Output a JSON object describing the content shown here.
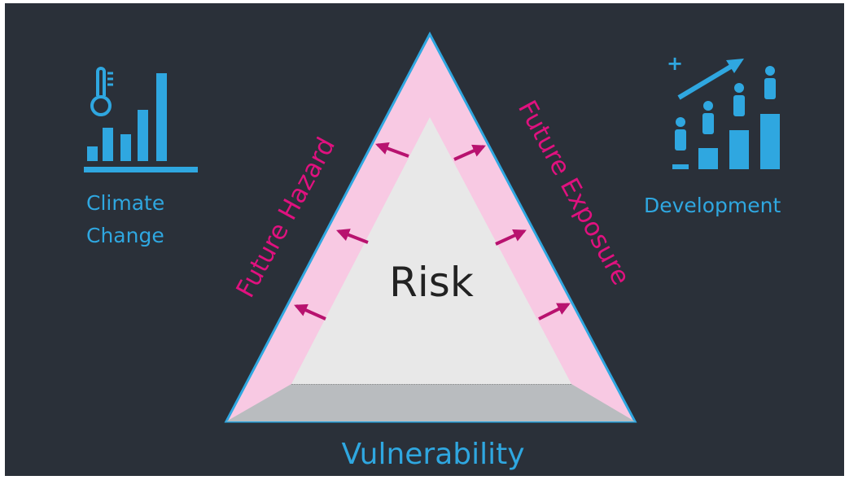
{
  "diagram": {
    "center_label": "Risk",
    "left_side_label": "Future Hazard",
    "right_side_label": "Future Exposure",
    "bottom_label": "Vulnerability",
    "left_icon_label_line1": "Climate",
    "left_icon_label_line2": "Change",
    "right_icon_label": "Development",
    "plus_sign": "+",
    "colors": {
      "background": "#2a3039",
      "accent_blue": "#2fa7e0",
      "pink_band": "#f8c9e3",
      "magenta": "#e0117f",
      "arrow_color": "#b8126f",
      "inner_gray": "#e8e8e8",
      "base_gray": "#b9bcbf"
    },
    "icons": [
      "thermometer-icon",
      "bar-chart-icon",
      "population-growth-icon"
    ]
  }
}
